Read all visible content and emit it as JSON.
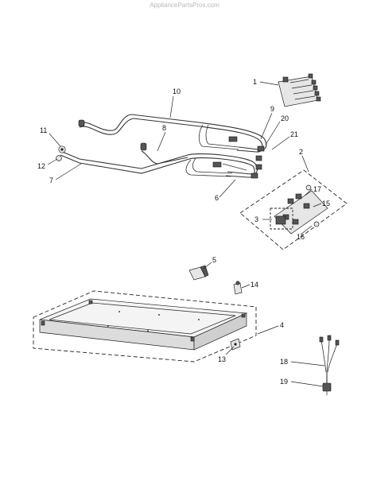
{
  "watermark": "AppliancePartsPros.com",
  "callouts": {
    "c1": "1",
    "c2": "2",
    "c3": "3",
    "c4": "4",
    "c5": "5",
    "c6": "6",
    "c7": "7",
    "c8": "8",
    "c9": "9",
    "c10": "10",
    "c11": "11",
    "c12": "12",
    "c13": "13",
    "c14": "14",
    "c15": "15",
    "c16": "16",
    "c17": "17",
    "c18": "18",
    "c19": "19",
    "c20": "20",
    "c21": "21"
  }
}
